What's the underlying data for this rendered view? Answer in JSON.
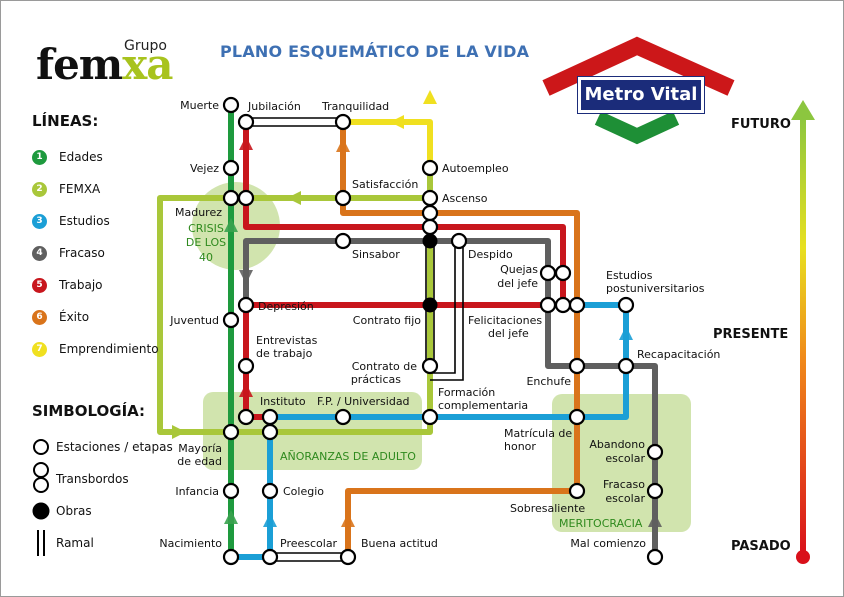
{
  "title": "PLANO ESQUEMÁTICO DE LA VIDA",
  "logo": {
    "grupo": "Grupo",
    "name_a": "fem",
    "name_b": "xa"
  },
  "brand": {
    "sign": "Metro Vital",
    "colors": {
      "red": "#cc1719",
      "green": "#1e8f36",
      "navy": "#1b2c7a"
    }
  },
  "legend": {
    "lines_title": "LÍNEAS:",
    "lines": [
      {
        "num": "1",
        "label": "Edades",
        "color": "#1e9a3e"
      },
      {
        "num": "2",
        "label": "FEMXA",
        "color": "#a9c73a"
      },
      {
        "num": "3",
        "label": "Estudios",
        "color": "#1b9fd6"
      },
      {
        "num": "4",
        "label": "Fracaso",
        "color": "#5f5f5f"
      },
      {
        "num": "5",
        "label": "Trabajo",
        "color": "#c8161d"
      },
      {
        "num": "6",
        "label": "Éxito",
        "color": "#d9741b"
      },
      {
        "num": "7",
        "label": "Emprendimiento",
        "color": "#f0e020"
      }
    ],
    "symbols_title": "SIMBOLOGÍA:",
    "symbols": {
      "stations": "Estaciones / etapas",
      "transfers": "Transbordos",
      "works": "Obras",
      "branch": "Ramal"
    }
  },
  "timeline": {
    "future": "FUTURO",
    "present": "PRESENTE",
    "past": "PASADO"
  },
  "zones": {
    "crisis_l1": "CRISIS",
    "crisis_l2": "DE LOS",
    "crisis_l3": "40",
    "anoranzas": "AÑORANZAS DE ADULTO",
    "meritocracia": "MERITOCRACIA"
  },
  "stations": {
    "muerte": "Muerte",
    "jubilacion": "Jubilación",
    "tranquilidad": "Tranquilidad",
    "vejez": "Vejez",
    "autoempleo": "Autoempleo",
    "satisfaccion": "Satisfacción",
    "ascenso": "Ascenso",
    "madurez": "Madurez",
    "sinsabor": "Sinsabor",
    "despido": "Despido",
    "quejas_l1": "Quejas",
    "quejas_l2": "del jefe",
    "estudios_post_l1": "Estudios",
    "estudios_post_l2": "postuniversitarios",
    "depresion": "Depresión",
    "juventud": "Juventud",
    "contrato_fijo": "Contrato fijo",
    "felicitaciones_l1": "Felicitaciones",
    "felicitaciones_l2": "del jefe",
    "entrevistas_l1": "Entrevistas",
    "entrevistas_l2": "de trabajo",
    "recapacitacion": "Recapacitación",
    "contrato_practicas_l1": "Contrato de",
    "contrato_practicas_l2": "prácticas",
    "enchufe": "Enchufe",
    "instituto": "Instituto",
    "fp_universidad": "F.P. / Universidad",
    "formacion_l1": "Formación",
    "formacion_l2": "complementaria",
    "mayoria_l1": "Mayoría",
    "mayoria_l2": "de edad",
    "matricula_l1": "Matrícula de",
    "matricula_l2": "honor",
    "abandono_l1": "Abandono",
    "abandono_l2": "escolar",
    "infancia": "Infancia",
    "colegio": "Colegio",
    "fracaso_escolar_l1": "Fracaso",
    "fracaso_escolar_l2": "escolar",
    "sobresaliente": "Sobresaliente",
    "nacimiento": "Nacimiento",
    "preescolar": "Preescolar",
    "buena_actitud": "Buena actitud",
    "mal_comienzo": "Mal comienzo"
  }
}
